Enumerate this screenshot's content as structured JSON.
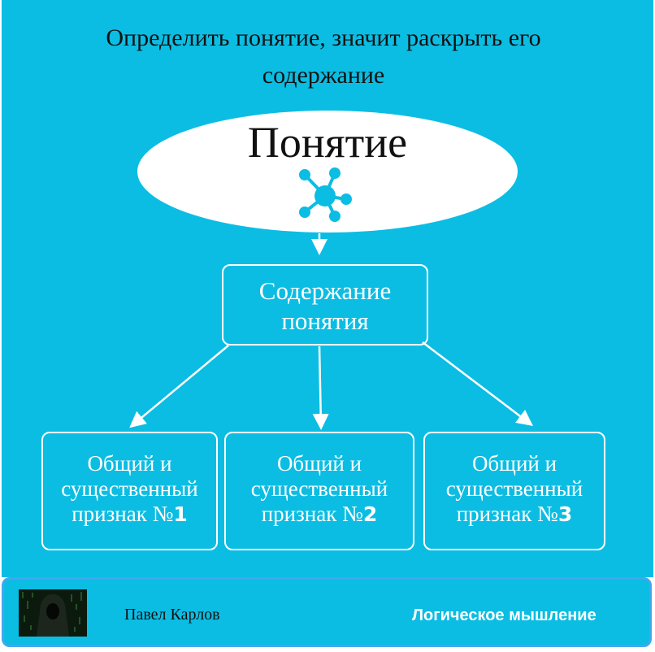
{
  "heading": {
    "line1": "Определить понятие,  значит раскрыть его",
    "line2": "содержание"
  },
  "concept": {
    "title": "Понятие",
    "icon": "network-icon"
  },
  "content_box": {
    "line1": "Содержание",
    "line2": "понятия"
  },
  "features": [
    {
      "line1": "Общий и",
      "line2": "существенный",
      "line3": "признак №",
      "number": "1"
    },
    {
      "line1": "Общий и",
      "line2": "существенный",
      "line3": "признак №",
      "number": "2"
    },
    {
      "line1": "Общий и",
      "line2": "существенный",
      "line3": "признак №",
      "number": "3"
    }
  ],
  "footer": {
    "author": "Павел Карлов",
    "course": "Логическое мышление"
  },
  "colors": {
    "background": "#0bbde3",
    "box_border": "#ffffff",
    "footer_border": "#45a6ee"
  }
}
